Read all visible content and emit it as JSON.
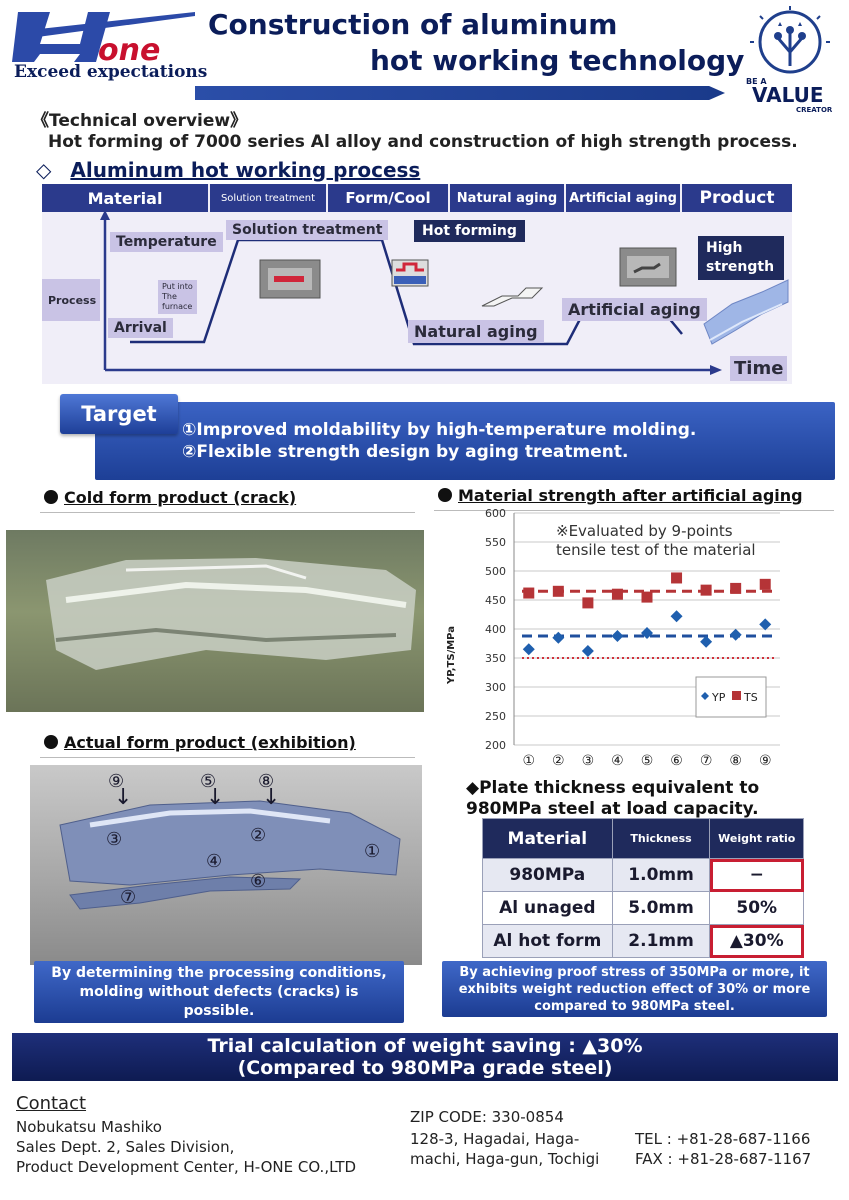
{
  "header": {
    "logo_text": "one",
    "tagline": "Exceed expectations",
    "title_line1": "Construction of aluminum",
    "title_line2": "hot working technology",
    "value_logo": {
      "be_a": "BE A",
      "value": "VALUE",
      "creator": "CREATOR"
    }
  },
  "overview": {
    "heading": "《Technical overview》",
    "text": "Hot forming of 7000 series Al alloy and construction of high strength process."
  },
  "process_section": {
    "symbol": "◇",
    "heading": "Aluminum hot working process",
    "columns": [
      "Material",
      "Solution treatment",
      "Form/Cool",
      "Natural aging",
      "Artificial aging",
      "Product"
    ],
    "labels": {
      "temperature": "Temperature",
      "solution_treatment": "Solution treatment",
      "hot_forming": "Hot forming",
      "high_strength_1": "High",
      "high_strength_2": "strength",
      "process": "Process",
      "put_into_1": "Put into",
      "put_into_2": "The",
      "put_into_3": "furnace",
      "arrival": "Arrival",
      "natural_aging": "Natural aging",
      "artificial_aging": "Artificial aging",
      "time": "Time"
    }
  },
  "target": {
    "tag": "Target",
    "line1": "①Improved moldability by high-temperature molding.",
    "line2": "②Flexible strength design by aging treatment."
  },
  "cold_form": {
    "heading": "Cold form product (crack)"
  },
  "actual_form": {
    "heading": "Actual form product (exhibition)",
    "markers": {
      "m9": "⑨",
      "m5": "⑤",
      "m8": "⑧",
      "m3": "③",
      "m2": "②",
      "m4": "④",
      "m1": "①",
      "m6": "⑥",
      "m7": "⑦"
    }
  },
  "strength_chart": {
    "heading": "Material strength after artificial aging",
    "note_line1": "※Evaluated by  9-points",
    "note_line2": "tensile test of the material"
  },
  "chart_data": {
    "type": "scatter",
    "title": "Material strength after artificial aging",
    "xlabel": "",
    "ylabel": "YP,TS/MPa",
    "ylim": [
      200,
      600
    ],
    "yticks": [
      200,
      250,
      300,
      350,
      400,
      450,
      500,
      550,
      600
    ],
    "categories": [
      "①",
      "②",
      "③",
      "④",
      "⑤",
      "⑥",
      "⑦",
      "⑧",
      "⑨"
    ],
    "series": [
      {
        "name": "YP",
        "marker": "diamond",
        "color": "#1f5fae",
        "values": [
          365,
          385,
          362,
          388,
          393,
          422,
          378,
          390,
          408
        ]
      },
      {
        "name": "TS",
        "marker": "square",
        "color": "#b53437",
        "values": [
          462,
          465,
          445,
          460,
          455,
          488,
          467,
          470,
          477
        ]
      }
    ],
    "reference_lines": [
      {
        "value": 465,
        "color": "#b53437",
        "style": "dashed"
      },
      {
        "value": 388,
        "color": "#1f4f9e",
        "style": "dashed"
      },
      {
        "value": 350,
        "color": "#d0303a",
        "style": "dotted"
      }
    ],
    "grid": true,
    "legend": "center-right"
  },
  "plate_thickness": {
    "heading_line1": "◆Plate thickness  equivalent to",
    "heading_line2": "980MPa steel at load capacity.",
    "columns": [
      "Material",
      "Thickness",
      "Weight ratio"
    ],
    "rows": [
      {
        "material": "980MPa",
        "thickness": "1.0mm",
        "ratio": "−"
      },
      {
        "material": "Al unaged",
        "thickness": "5.0mm",
        "ratio": "50%"
      },
      {
        "material": "Al hot form",
        "thickness": "2.1mm",
        "ratio": "▲30%"
      }
    ]
  },
  "callouts": {
    "left": "By determining the processing conditions, molding without defects (cracks) is possible.",
    "right": "By achieving proof stress of 350MPa or more, it exhibits  weight reduction effect of 30% or more compared to 980MPa steel."
  },
  "trial": {
    "line1": "Trial calculation of weight saving : ▲30%",
    "line2": "(Compared to 980MPa grade steel)"
  },
  "contact": {
    "heading": "Contact",
    "name": "Nobukatsu Mashiko",
    "dept": "Sales Dept. 2, Sales Division,",
    "center": "Product Development Center, H-ONE CO.,LTD",
    "zip": "ZIP CODE: 330-0854",
    "addr1": "128-3, Hagadai, Haga-",
    "addr2": "machi, Haga-gun, Tochigi",
    "tel": "TEL : +81-28-687-1166",
    "fax": "FAX : +81-28-687-1167"
  }
}
